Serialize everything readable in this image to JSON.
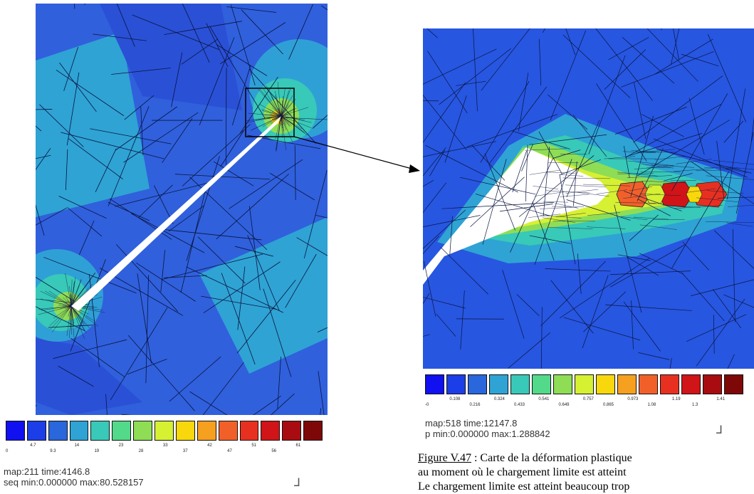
{
  "left": {
    "map_line": "map:211  time:4146.8",
    "var_line": "seq  min:0.000000  max:80.528157",
    "legend_colors": [
      "#1010f0",
      "#1c3ee8",
      "#2a66dc",
      "#2fa3d4",
      "#38c9b8",
      "#52d98a",
      "#8edd55",
      "#d6f032",
      "#f8d80c",
      "#f6a020",
      "#f2602a",
      "#e83020",
      "#d01418",
      "#a80c10",
      "#7e0808"
    ],
    "tick_labels_top": [
      "4.7",
      "14",
      "23",
      "33",
      "42",
      "51",
      "61"
    ],
    "tick_labels_bottom": [
      "0",
      "9.3",
      "19",
      "28",
      "37",
      "47",
      "56"
    ]
  },
  "right": {
    "map_line": "map:518  time:12147.8",
    "var_line": "p  min:0.000000  max:1.288842",
    "legend_colors": [
      "#1010f0",
      "#1c3ee8",
      "#2a66dc",
      "#2fa3d4",
      "#38c9b8",
      "#52d98a",
      "#8edd55",
      "#d6f032",
      "#f8d80c",
      "#f6a020",
      "#f2602a",
      "#e83020",
      "#d01418",
      "#a80c10",
      "#7e0808"
    ],
    "tick_labels_top": [
      "0.108",
      "0.324",
      "0.541",
      "0.757",
      "0.973",
      "1.19",
      "1.41"
    ],
    "tick_labels_bottom": [
      "-0",
      "0.216",
      "0.433",
      "0.649",
      "0.865",
      "1.08",
      "1.3"
    ]
  },
  "caption": {
    "figure_label": "Figure V.47",
    "line1": " : Carte de la déformation plastique",
    "line2": "au moment où le chargement limite est atteint",
    "line3": "Le chargement limite est atteint beaucoup trop"
  }
}
